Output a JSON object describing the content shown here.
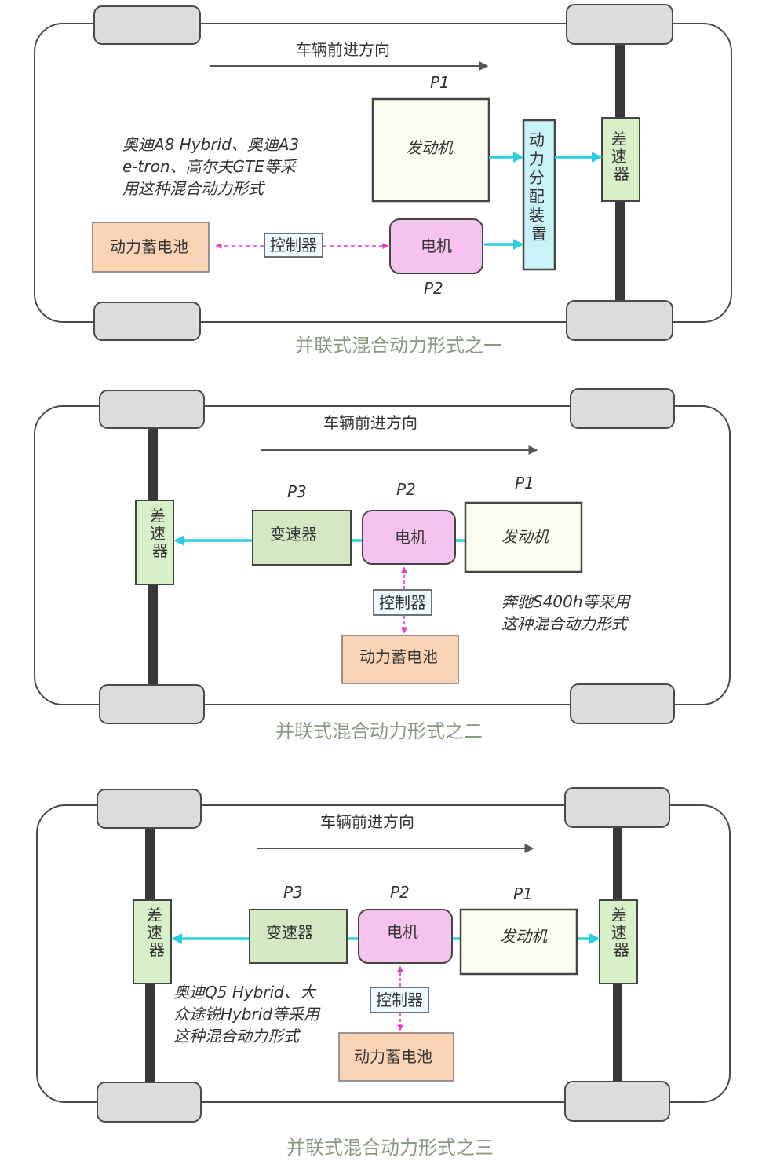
{
  "colors": {
    "flow_arrow": "#2ccfe0",
    "control_arrow": "#e23bd0",
    "axle": "#3b363b",
    "wheel_fill": "#dcdcdf",
    "outline": "#4a4a4a",
    "engine_fill": "#fbfbef",
    "motor_fill": "#f6c3ef",
    "battery_fill": "#fbd3b5",
    "differential_fill": "#d8f0c8",
    "transmission_fill": "#d3e8c3",
    "splitter_fill": "#c9f1f8",
    "caption_color": "#8a9a82"
  },
  "diagram1": {
    "direction": "车辆前进方向",
    "p1": "P1",
    "p2": "P2",
    "engine": "发动机",
    "motor": "电机",
    "controller": "控制器",
    "battery": "动力蓄电池",
    "splitter": "动力分配装置",
    "differential": "差速器",
    "note_lines": [
      "奥迪A8 Hybrid、奥迪A3",
      "e-tron、高尔夫GTE等采",
      "用这种混合动力形式"
    ],
    "caption": "并联式混合动力形式之一"
  },
  "diagram2": {
    "direction": "车辆前进方向",
    "p1": "P1",
    "p2": "P2",
    "p3": "P3",
    "engine": "发动机",
    "motor": "电机",
    "transmission": "变速器",
    "controller": "控制器",
    "battery": "动力蓄电池",
    "differential": "差速器",
    "note_lines": [
      "奔驰S400h等采用",
      "这种混合动力形式"
    ],
    "caption": "并联式混合动力形式之二"
  },
  "diagram3": {
    "direction": "车辆前进方向",
    "p1": "P1",
    "p2": "P2",
    "p3": "P3",
    "engine": "发动机",
    "motor": "电机",
    "transmission": "变速器",
    "controller": "控制器",
    "battery": "动力蓄电池",
    "differential_front": "差速器",
    "differential_rear": "差速器",
    "note_lines": [
      "奥迪Q5 Hybrid、大",
      "众途锐Hybrid等采用",
      "这种混合动力形式"
    ],
    "caption": "并联式混合动力形式之三"
  }
}
